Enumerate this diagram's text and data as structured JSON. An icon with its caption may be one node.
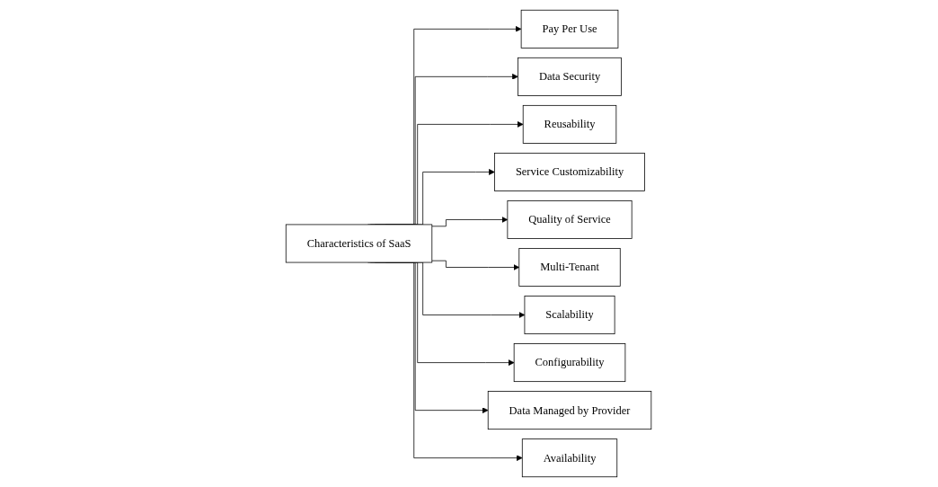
{
  "diagram": {
    "nodes": [
      {
        "text": [
          "Characteristics of SaaS"
        ]
      },
      {
        "text": [
          "Pay Per Use"
        ]
      },
      {
        "text": [
          "Data Security"
        ]
      },
      {
        "text": [
          "Reusability"
        ]
      },
      {
        "text": [
          "Service Customizability"
        ]
      },
      {
        "text": [
          "Quality of Service"
        ]
      },
      {
        "text": [
          "Multi-Tenant"
        ]
      },
      {
        "text": [
          "Scalability"
        ]
      },
      {
        "text": [
          "Configurability"
        ]
      },
      {
        "text": [
          "Data Managed by Provider"
        ]
      },
      {
        "text": [
          "Availability"
        ]
      }
    ],
    "edges": [
      {
        "from": 0,
        "to": 1,
        "arrow": "to"
      },
      {
        "from": 0,
        "to": 2,
        "arrow": "to"
      },
      {
        "from": 0,
        "to": 3,
        "arrow": "to"
      },
      {
        "from": 0,
        "to": 4,
        "arrow": "to"
      },
      {
        "from": 0,
        "to": 5,
        "arrow": "to"
      },
      {
        "from": 0,
        "to": 6,
        "arrow": "to"
      },
      {
        "from": 0,
        "to": 7,
        "arrow": "to"
      },
      {
        "from": 0,
        "to": 8,
        "arrow": "to"
      },
      {
        "from": 0,
        "to": 9,
        "arrow": "to"
      },
      {
        "from": 0,
        "to": 10,
        "arrow": "to"
      }
    ]
  }
}
